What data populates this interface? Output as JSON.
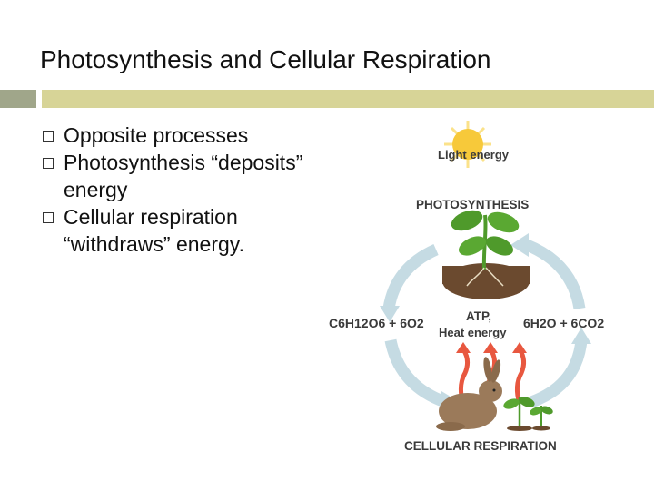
{
  "slide": {
    "title": "Photosynthesis and Cellular Respiration",
    "bullets": [
      "Opposite processes",
      "Photosynthesis “deposits” energy",
      "Cellular respiration “withdraws” energy."
    ]
  },
  "diagram": {
    "light_energy": "Light energy",
    "photosynthesis": "PHOTOSYNTHESIS",
    "left_formula": "C6H12O6 + 6O2",
    "atp": "ATP,",
    "heat_energy": "Heat energy",
    "right_formula": "6H2O + 6CO2",
    "cellular_respiration": "CELLULAR RESPIRATION"
  },
  "colors": {
    "title_rule_dark": "#a0a68a",
    "title_rule_light": "#d7d497",
    "cycle_arrow": "#c5dbe3",
    "sun": "#f7c93a",
    "heat": "#e8573f",
    "leaf": "#4f9a2b",
    "soil": "#6b4a2f",
    "rabbit": "#9b7a5a"
  }
}
